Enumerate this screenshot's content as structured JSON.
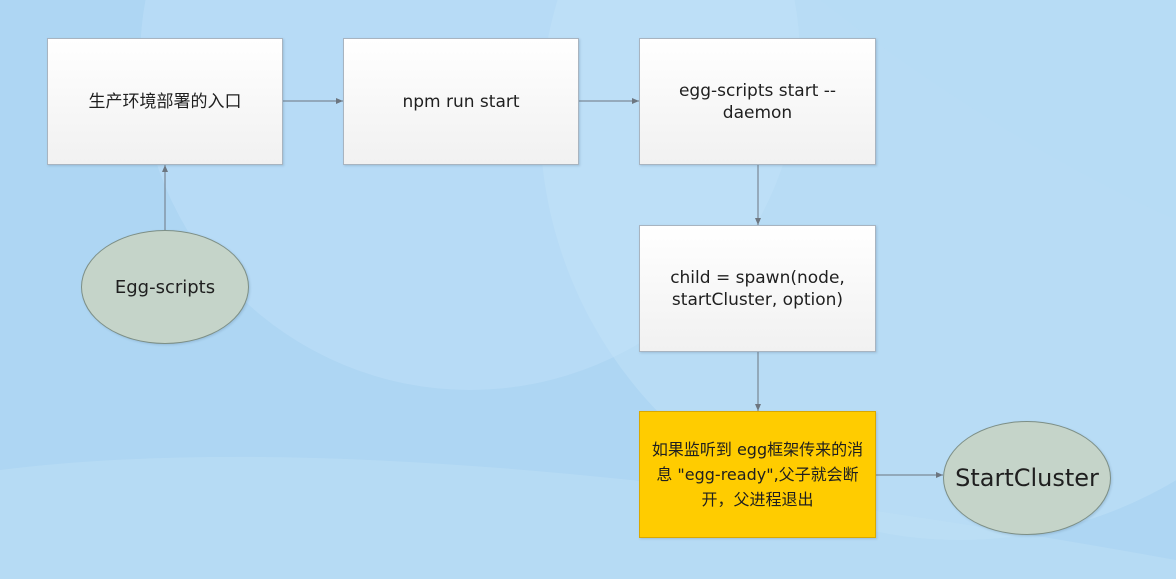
{
  "nodes": {
    "entry": "生产环境部署的入口",
    "npm_start": "npm run start",
    "egg_scripts_start": "egg-scripts start --daemon",
    "spawn": "child = spawn(node, startCluster, option)",
    "listen": "如果监听到 egg框架传来的消息 \"egg-ready\",父子就会断开，父进程退出",
    "egg_scripts": "Egg-scripts",
    "start_cluster": "StartCluster"
  },
  "colors": {
    "background": "#aed6f3",
    "box_fill": "#f5f5f5",
    "highlight_fill": "#ffcc00",
    "ellipse_fill": "#c5d4c9",
    "arrow": "#6d7680"
  }
}
